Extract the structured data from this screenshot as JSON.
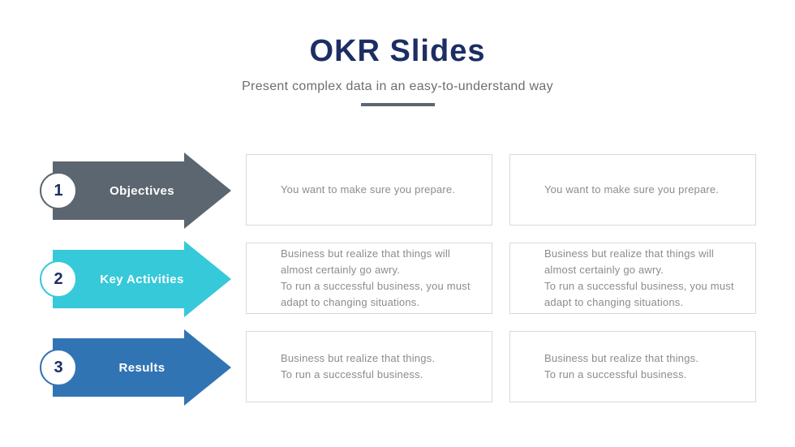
{
  "header": {
    "title": "OKR Slides",
    "subtitle": "Present complex data in an easy-to-understand way"
  },
  "colors": {
    "title": "#1C2E63",
    "subtitle": "#6E6E6E",
    "divider": "#5B6670",
    "number": "#1C2E63",
    "box_border": "#D9D9D9",
    "box_text": "#8C8C8C",
    "arrow_label": "#FFFFFF",
    "row_gray": "#5C6670",
    "row_cyan": "#36C9D9",
    "row_blue": "#3174B4"
  },
  "rows": [
    {
      "number": "1",
      "label": "Objectives",
      "color": "#5C6670",
      "boxes": [
        "You want to make sure you prepare.",
        "You want to make sure you prepare."
      ]
    },
    {
      "number": "2",
      "label": "Key Activities",
      "color": "#36C9D9",
      "boxes": [
        "Business but realize that things will\nalmost certainly go awry.\nTo run a successful business, you must\nadapt to changing situations.",
        "Business but realize that things will\nalmost certainly go awry.\nTo run a successful business, you must\nadapt to changing situations."
      ]
    },
    {
      "number": "3",
      "label": "Results",
      "color": "#3174B4",
      "boxes": [
        "Business but realize that things.\nTo run a successful business.",
        "Business but realize that things.\nTo run a successful business."
      ]
    }
  ]
}
